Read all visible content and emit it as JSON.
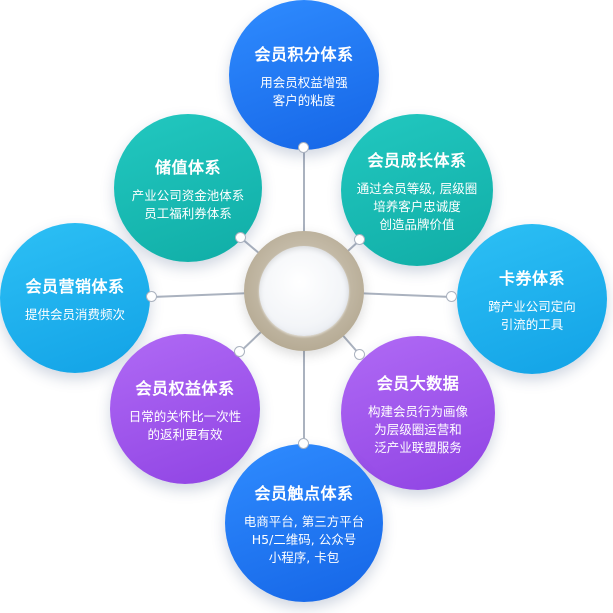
{
  "nodes": {
    "points": {
      "title": "会员积分体系",
      "lines": [
        "用会员权益增强",
        "客户的粘度"
      ]
    },
    "growth": {
      "title": "会员成长体系",
      "lines": [
        "通过会员等级, 层级圈",
        "培养客户忠诚度",
        "创造品牌价值"
      ]
    },
    "coupon": {
      "title": "卡券体系",
      "lines": [
        "跨产业公司定向",
        "引流的工具"
      ]
    },
    "bigdata": {
      "title": "会员大数据",
      "lines": [
        "构建会员行为画像",
        "为层级圈运营和",
        "泛产业联盟服务"
      ]
    },
    "touch": {
      "title": "会员触点体系",
      "lines": [
        "电商平台, 第三方平台",
        "H5/二维码, 公众号",
        "小程序, 卡包"
      ]
    },
    "rights": {
      "title": "会员权益体系",
      "lines": [
        "日常的关怀比一次性",
        "的返利更有效"
      ]
    },
    "marketing": {
      "title": "会员营销体系",
      "lines": [
        "提供会员消费频次"
      ]
    },
    "storage": {
      "title": "储值体系",
      "lines": [
        "产业公司资金池体系",
        "员工福利券体系"
      ]
    }
  },
  "colors": {
    "blue": "#1f78f5",
    "teal": "#18bdb5",
    "cyan": "#1fb2ef",
    "purple": "#a056ee",
    "connector": "#aab2bf"
  }
}
